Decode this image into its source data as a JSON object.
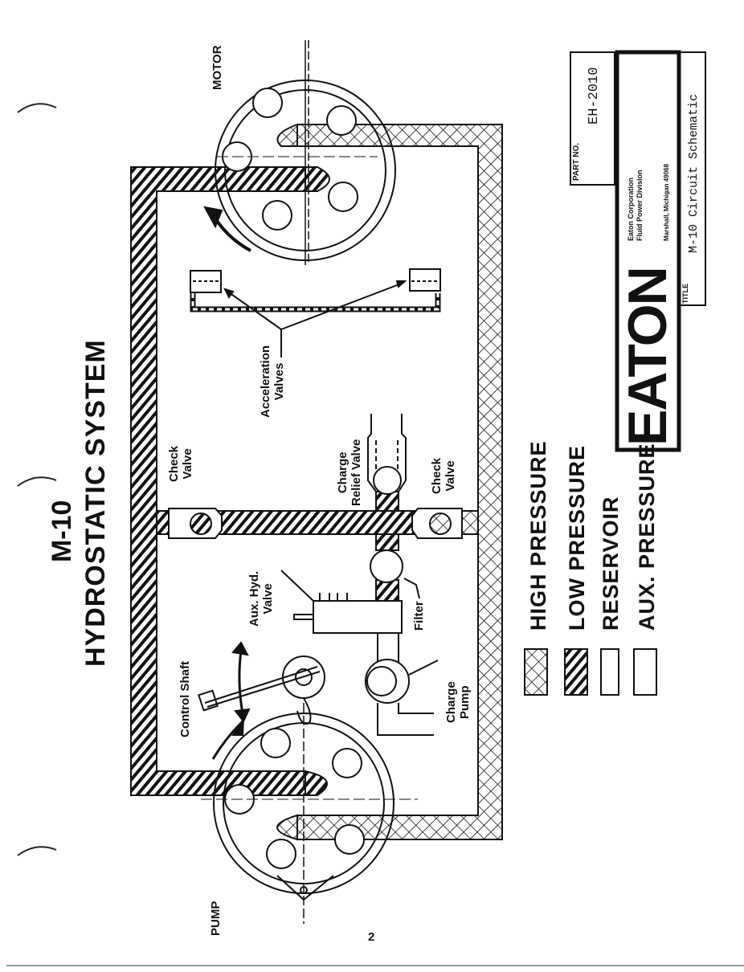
{
  "document": {
    "title_line1": "M-10",
    "title_line2": "HYDROSTATIC SYSTEM",
    "page_number": "2"
  },
  "components": {
    "motor": "MOTOR",
    "pump": "PUMP",
    "acceleration_valves": [
      "Acceleration",
      "Valves"
    ],
    "check_valve_left": [
      "Check",
      "Valve"
    ],
    "check_valve_right": [
      "Check",
      "Valve"
    ],
    "charge_relief_valve": [
      "Charge",
      "Relief Valve"
    ],
    "aux_hyd_valve": [
      "Aux. Hyd.",
      "Valve"
    ],
    "filter": "Filter",
    "control_shaft": "Control Shaft",
    "charge_pump": [
      "Charge",
      "Pump"
    ]
  },
  "legend": [
    {
      "label": "HIGH PRESSURE",
      "pattern": "crosshatch"
    },
    {
      "label": "LOW PRESSURE",
      "pattern": "diagonal-hatch"
    },
    {
      "label": "RESERVOIR",
      "pattern": "blank"
    },
    {
      "label": "AUX. PRESSURE",
      "pattern": "blank"
    }
  ],
  "title_block": {
    "part_no_label": "PART NO.",
    "part_no": "EH-2010",
    "company_line1": "Eaton Corporation",
    "company_line2": "Fluid Power Division",
    "address": "Marshall, Michigan 49068",
    "title_label": "TITLE",
    "title": "M-10 Circuit Schematic",
    "logo": "EATON"
  },
  "colors": {
    "ink": "#111111",
    "paper": "#ffffff"
  }
}
